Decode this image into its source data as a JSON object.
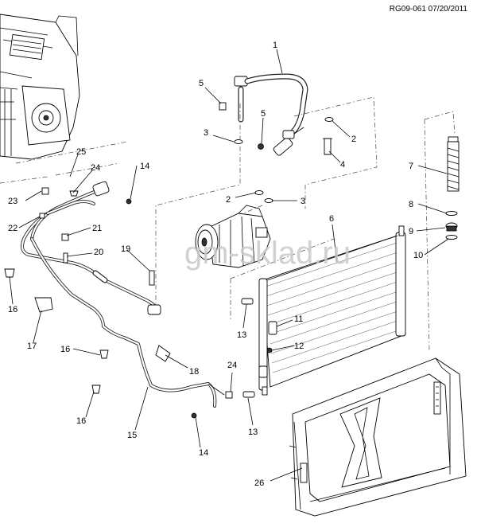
{
  "header": {
    "reference": "RG09-061 07/20/2011"
  },
  "watermark": {
    "text": "gm-sklad.ru"
  },
  "callouts": [
    {
      "id": "c1",
      "label": "1"
    },
    {
      "id": "c2a",
      "label": "2"
    },
    {
      "id": "c2b",
      "label": "2"
    },
    {
      "id": "c3a",
      "label": "3"
    },
    {
      "id": "c3b",
      "label": "3"
    },
    {
      "id": "c4",
      "label": "4"
    },
    {
      "id": "c5a",
      "label": "5"
    },
    {
      "id": "c5b",
      "label": "5"
    },
    {
      "id": "c6",
      "label": "6"
    },
    {
      "id": "c7",
      "label": "7"
    },
    {
      "id": "c8",
      "label": "8"
    },
    {
      "id": "c9",
      "label": "9"
    },
    {
      "id": "c10",
      "label": "10"
    },
    {
      "id": "c11",
      "label": "11"
    },
    {
      "id": "c12",
      "label": "12"
    },
    {
      "id": "c13a",
      "label": "13"
    },
    {
      "id": "c13b",
      "label": "13"
    },
    {
      "id": "c14a",
      "label": "14"
    },
    {
      "id": "c14b",
      "label": "14"
    },
    {
      "id": "c15",
      "label": "15"
    },
    {
      "id": "c16a",
      "label": "16"
    },
    {
      "id": "c16b",
      "label": "16"
    },
    {
      "id": "c16c",
      "label": "16"
    },
    {
      "id": "c17",
      "label": "17"
    },
    {
      "id": "c18",
      "label": "18"
    },
    {
      "id": "c19",
      "label": "19"
    },
    {
      "id": "c20",
      "label": "20"
    },
    {
      "id": "c21",
      "label": "21"
    },
    {
      "id": "c22",
      "label": "22"
    },
    {
      "id": "c23",
      "label": "23"
    },
    {
      "id": "c24a",
      "label": "24"
    },
    {
      "id": "c24b",
      "label": "24"
    },
    {
      "id": "c25",
      "label": "25"
    },
    {
      "id": "c26",
      "label": "26"
    }
  ]
}
